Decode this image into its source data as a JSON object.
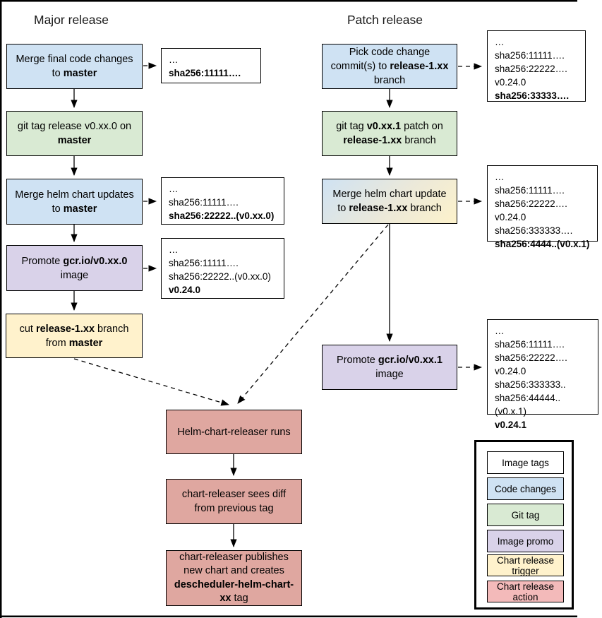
{
  "colors": {
    "code": "#cfe2f3",
    "git_tag": "#d9ead3",
    "image_promo": "#d9d2e9",
    "trigger": "#fff2cc",
    "action": "#dfa7a0",
    "note_bg": "#ffffff"
  },
  "major": {
    "title": "Major release",
    "steps": {
      "merge_code": [
        {
          "t": "Merge final code changes to "
        },
        {
          "t": "master",
          "b": true
        }
      ],
      "git_tag": [
        {
          "t": "git tag release v0.xx.0 on "
        },
        {
          "t": "master",
          "b": true
        }
      ],
      "merge_helm": [
        {
          "t": "Merge helm chart updates to "
        },
        {
          "t": "master",
          "b": true
        }
      ],
      "promote": [
        {
          "t": "Promote "
        },
        {
          "t": "gcr.io/v0.xx.0",
          "b": true
        },
        {
          "t": " image"
        }
      ],
      "cut_branch": [
        {
          "t": "cut "
        },
        {
          "t": "release-1.xx",
          "b": true
        },
        {
          "t": " branch from "
        },
        {
          "t": "master",
          "b": true
        }
      ]
    }
  },
  "patch": {
    "title": "Patch release",
    "steps": {
      "pick_commits": [
        {
          "t": "Pick code change commit(s) to "
        },
        {
          "t": "release-1.xx",
          "b": true
        },
        {
          "t": " branch"
        }
      ],
      "git_tag": [
        {
          "t": "git tag "
        },
        {
          "t": "v0.xx.1",
          "b": true
        },
        {
          "t": " patch on "
        },
        {
          "t": "release-1.xx",
          "b": true
        },
        {
          "t": " branch"
        }
      ],
      "merge_helm": [
        {
          "t": "Merge helm chart update to "
        },
        {
          "t": "release-1.xx",
          "b": true
        },
        {
          "t": " branch"
        }
      ],
      "promote": [
        {
          "t": "Promote "
        },
        {
          "t": "gcr.io/v0.xx.1",
          "b": true
        },
        {
          "t": " image"
        }
      ]
    }
  },
  "chart_release": {
    "runs": [
      {
        "t": "Helm-chart-releaser runs"
      }
    ],
    "sees_diff": [
      {
        "t": "chart-releaser sees diff from previous tag"
      }
    ],
    "publishes": [
      {
        "t": "chart-releaser publishes new chart and creates "
      },
      {
        "t": "descheduler-helm-chart-xx",
        "b": true
      },
      {
        "t": " tag"
      }
    ]
  },
  "notes": {
    "major_code": [
      {
        "t": "…"
      },
      {
        "t": "sha256:11111….",
        "b": true
      }
    ],
    "major_helm": [
      {
        "t": "…"
      },
      {
        "t": "sha256:11111…."
      },
      {
        "t": "sha256:22222..(v0.xx.0)",
        "b": true
      }
    ],
    "major_promote": [
      {
        "t": "…"
      },
      {
        "t": "sha256:11111…."
      },
      {
        "t": "sha256:22222..(v0.xx.0)"
      },
      {
        "t": "v0.24.0",
        "b": true
      }
    ],
    "patch_code": [
      {
        "t": "…"
      },
      {
        "t": "sha256:11111…."
      },
      {
        "t": "sha256:22222…."
      },
      {
        "t": "v0.24.0"
      },
      {
        "t": "sha256:33333….",
        "b": true
      }
    ],
    "patch_helm": [
      {
        "t": "…"
      },
      {
        "t": "sha256:11111…."
      },
      {
        "t": "sha256:22222…."
      },
      {
        "t": "v0.24.0"
      },
      {
        "t": "sha256:333333…."
      },
      {
        "t": "sha256:4444..(v0.x.1)",
        "b": true
      }
    ],
    "patch_promote": [
      {
        "t": "…"
      },
      {
        "t": "sha256:11111…."
      },
      {
        "t": "sha256:22222…."
      },
      {
        "t": "v0.24.0"
      },
      {
        "t": "sha256:333333.."
      },
      {
        "t": "sha256:44444..(v0.x.1)"
      },
      {
        "t": "v0.24.1",
        "b": true
      }
    ]
  },
  "legend": {
    "items": [
      {
        "label": "Image tags",
        "color": "#ffffff"
      },
      {
        "label": "Code changes",
        "color": "#cfe2f3"
      },
      {
        "label": "Git tag",
        "color": "#d9ead3"
      },
      {
        "label": "Image promo",
        "color": "#d9d2e9"
      },
      {
        "label": "Chart release trigger",
        "color": "#fff2cc"
      },
      {
        "label": "Chart release action",
        "color": "#f3baba"
      }
    ]
  }
}
